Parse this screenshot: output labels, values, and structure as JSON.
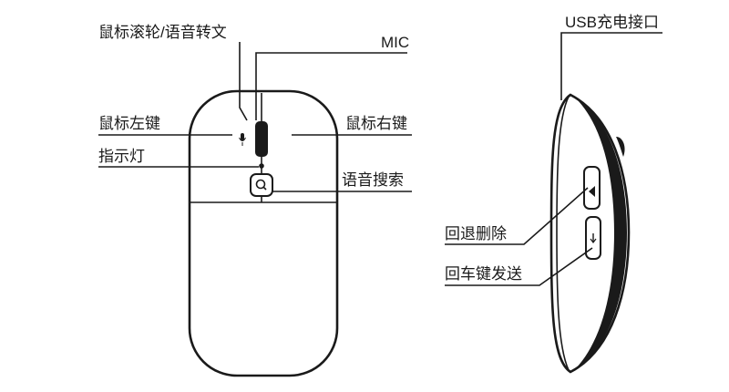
{
  "labels": {
    "scroll_voice": "鼠标滚轮/语音转文",
    "mic": "MIC",
    "left_button": "鼠标左键",
    "right_button": "鼠标右键",
    "indicator": "指示灯",
    "voice_search": "语音搜索",
    "usb_port": "USB充电接口",
    "backspace": "回退删除",
    "enter_send": "回车键发送"
  },
  "colors": {
    "line": "#1a1a1a",
    "background": "#ffffff"
  }
}
